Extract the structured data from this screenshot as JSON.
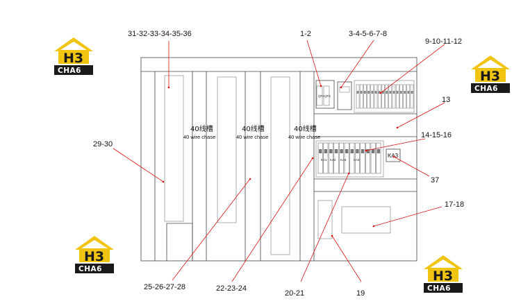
{
  "callouts": {
    "c31_36": "31-32-33-34-35-36",
    "c1_2": "1-2",
    "c3_8": "3-4-5-6-7-8",
    "c9_12": "9-10-11-12",
    "c13": "13",
    "c14_16": "14-15-16",
    "c29_30": "29-30",
    "c37": "37",
    "c17_18": "17-18",
    "c25_28": "25-26-27-28",
    "c22_24": "22-23-24",
    "c20_21": "20-21",
    "c19": "19"
  },
  "chases": [
    {
      "cn": "40线槽",
      "en": "40 wire  chase"
    },
    {
      "cn": "40线槽",
      "en": "40 wire  chase"
    },
    {
      "cn": "40线槽",
      "en": "40 wire  chase"
    }
  ],
  "relay_labels": {
    "ka3": "KA3",
    "ka1": "KA1",
    "ka2": "KA2",
    "ka4": "KA4",
    "ka5": "KA5"
  },
  "breaker_labels": {
    "qf1": "QF1",
    "qf2": "QF2"
  },
  "logo": {
    "mark": "H3",
    "sub": "CHA6",
    "color_main": "#f1c40f",
    "color_dark": "#1a1a1a"
  }
}
